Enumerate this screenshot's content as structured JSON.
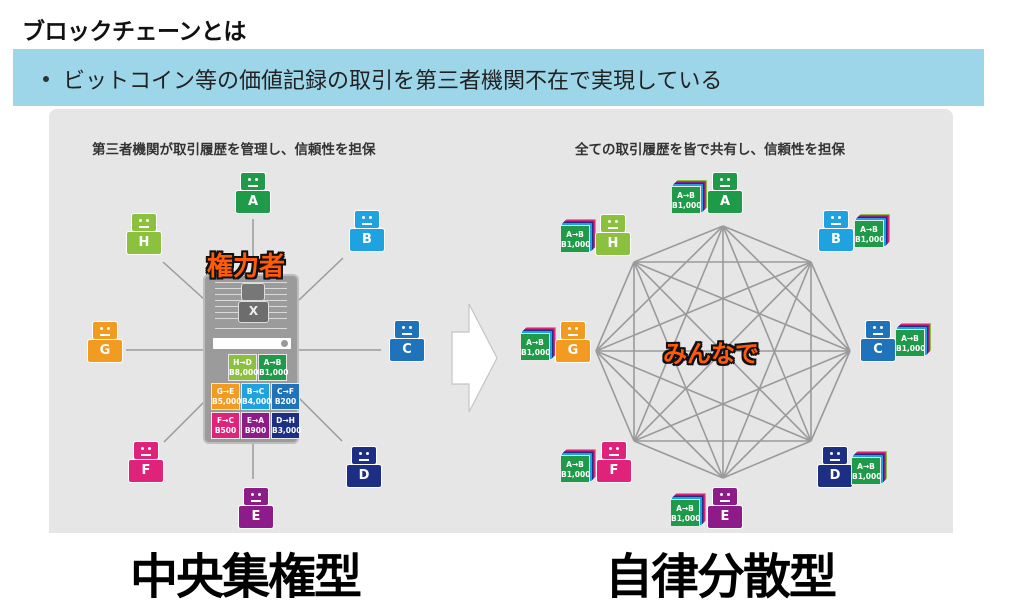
{
  "slide": {
    "title": "ブロックチェーンとは",
    "bullet": "ビットコイン等の価値記録の取引を第三者機関不在で実現している"
  },
  "colors": {
    "bullet_bar": "#9dd5e9",
    "panel": "#e6e6e6",
    "badge_orange": "#ff5a0a",
    "node_A": "#1e9a48",
    "node_B": "#1ea3e0",
    "node_C": "#1f73ba",
    "node_D": "#1d2f85",
    "node_E": "#8e1b8a",
    "node_F": "#e0237a",
    "node_G": "#f39a21",
    "node_H": "#8cc03f"
  },
  "centralized": {
    "caption": "第三者機関が取引履歴を管理し、信頼性を担保",
    "badge": "権力者",
    "authority_label": "X",
    "nodes": [
      {
        "label": "A",
        "color": "#1e9a48"
      },
      {
        "label": "B",
        "color": "#1ea3e0"
      },
      {
        "label": "C",
        "color": "#1f73ba"
      },
      {
        "label": "D",
        "color": "#1d2f85"
      },
      {
        "label": "E",
        "color": "#8e1b8a"
      },
      {
        "label": "F",
        "color": "#e0237a"
      },
      {
        "label": "G",
        "color": "#f39a21"
      },
      {
        "label": "H",
        "color": "#8cc03f"
      }
    ],
    "ledger": [
      {
        "route": "H→D",
        "amount": "B8,000",
        "color": "#8cc03f"
      },
      {
        "route": "A→B",
        "amount": "B1,000",
        "color": "#1e9a48"
      },
      {
        "route": "G→E",
        "amount": "B5,000",
        "color": "#f39a21"
      },
      {
        "route": "B→C",
        "amount": "B4,000",
        "color": "#1ea3e0"
      },
      {
        "route": "C→F",
        "amount": "B200",
        "color": "#1f73ba"
      },
      {
        "route": "F→C",
        "amount": "B500",
        "color": "#e0237a"
      },
      {
        "route": "E→A",
        "amount": "B900",
        "color": "#8e1b8a"
      },
      {
        "route": "D→H",
        "amount": "B3,000",
        "color": "#1d2f85"
      }
    ],
    "footer_label": "中央集権型"
  },
  "decentralized": {
    "caption": "全ての取引履歴を皆で共有し、信頼性を担保",
    "badge": "みんなで",
    "shared_record": {
      "route": "A→B",
      "amount": "B1,000"
    },
    "nodes": [
      {
        "label": "A",
        "color": "#1e9a48"
      },
      {
        "label": "B",
        "color": "#1ea3e0"
      },
      {
        "label": "C",
        "color": "#1f73ba"
      },
      {
        "label": "D",
        "color": "#1d2f85"
      },
      {
        "label": "E",
        "color": "#8e1b8a"
      },
      {
        "label": "F",
        "color": "#e0237a"
      },
      {
        "label": "G",
        "color": "#f39a21"
      },
      {
        "label": "H",
        "color": "#8cc03f"
      }
    ],
    "footer_label": "自律分散型"
  }
}
